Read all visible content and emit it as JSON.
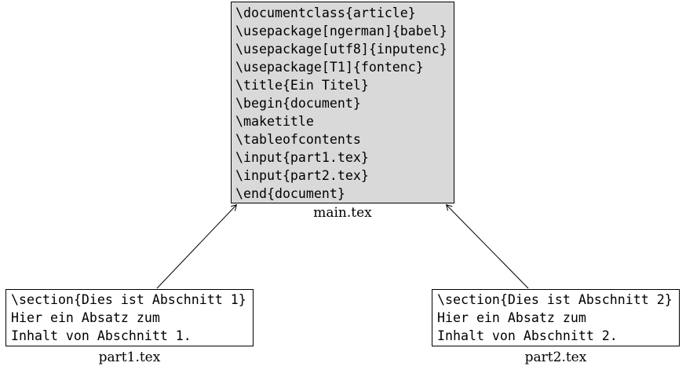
{
  "diagram": {
    "main_file": {
      "label": "main.tex",
      "code_lines": [
        "\\documentclass{article}",
        "\\usepackage[ngerman]{babel}",
        "\\usepackage[utf8]{inputenc}",
        "\\usepackage[T1]{fontenc}",
        "\\title{Ein Titel}",
        "\\begin{document}",
        "\\maketitle",
        "\\tableofcontents",
        "\\input{part1.tex}",
        "\\input{part2.tex}",
        "\\end{document}"
      ]
    },
    "part1_file": {
      "label": "part1.tex",
      "code_lines": [
        "\\section{Dies ist Abschnitt 1}",
        "Hier ein Absatz zum",
        "Inhalt von Abschnitt 1."
      ]
    },
    "part2_file": {
      "label": "part2.tex",
      "code_lines": [
        "\\section{Dies ist Abschnitt 2}",
        "Hier ein Absatz zum",
        "Inhalt von Abschnitt 2."
      ]
    },
    "colors": {
      "main_box_fill": "#d9d9d9",
      "part_box_fill": "#ffffff",
      "border": "#000000",
      "arrow": "#000000",
      "text": "#000000"
    }
  }
}
